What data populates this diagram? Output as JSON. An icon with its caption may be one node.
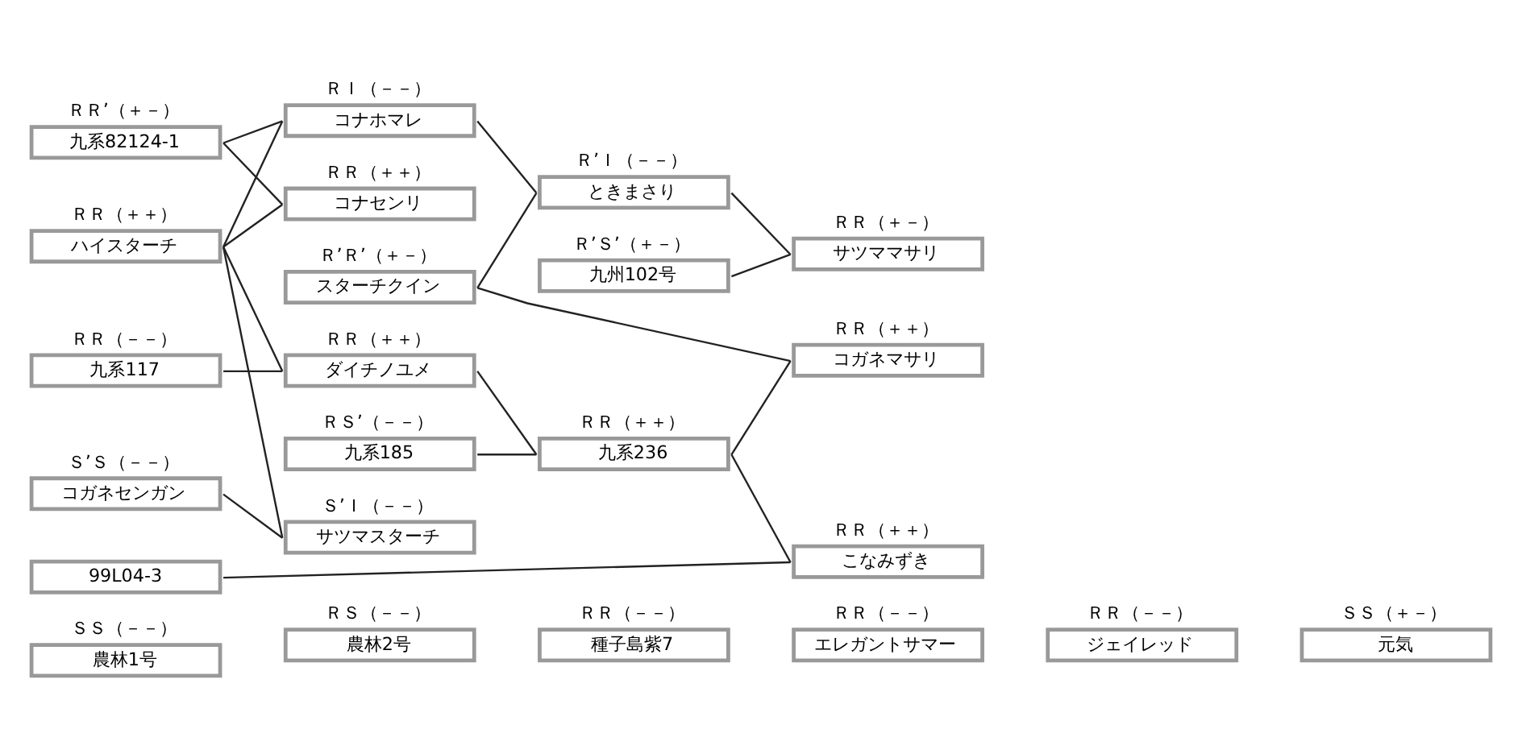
{
  "diagram": {
    "nodes": [
      {
        "text": [
          "九系82124-1"
        ],
        "beside": [
          "ＲＲ’（＋－）"
        ]
      },
      {
        "text": [
          "ハイスターチ"
        ],
        "beside": [
          "ＲＲ（＋＋）"
        ]
      },
      {
        "text": [
          "九系117"
        ],
        "beside": [
          "ＲＲ（－－）"
        ]
      },
      {
        "text": [
          "コガネセンガン"
        ],
        "beside": [
          "Ｓ’Ｓ（－－）"
        ]
      },
      {
        "text": [
          "コナセンリ"
        ],
        "beside": [
          "ＲＲ（＋＋）"
        ]
      },
      {
        "text": [
          "コナホマレ"
        ],
        "beside": [
          "ＲＩ（－－）"
        ]
      },
      {
        "text": [
          "スターチクイン"
        ],
        "beside": [
          "Ｒ’Ｒ’（＋－）"
        ]
      },
      {
        "text": [
          "ダイチノユメ"
        ],
        "beside": [
          "ＲＲ（＋＋）"
        ]
      },
      {
        "text": [
          "九系185"
        ],
        "beside": [
          "ＲＳ’（－－）"
        ]
      },
      {
        "text": [
          "サツマスターチ"
        ],
        "beside": [
          "Ｓ’Ｉ（－－）"
        ]
      },
      {
        "text": [
          "ときまさり"
        ],
        "beside": [
          "Ｒ’Ｉ（－－）"
        ]
      },
      {
        "text": [
          "九州102号"
        ],
        "beside": [
          "Ｒ’Ｓ’（＋－）"
        ]
      },
      {
        "text": [
          "九系236"
        ],
        "beside": [
          "ＲＲ（＋＋）"
        ]
      },
      {
        "text": [
          "99L04-3"
        ]
      },
      {
        "text": [
          "サツママサリ"
        ],
        "beside": [
          "ＲＲ（＋－）"
        ]
      },
      {
        "text": [
          "コガネマサリ"
        ],
        "beside": [
          "ＲＲ（＋＋）"
        ]
      },
      {
        "text": [
          "こなみずき"
        ],
        "beside": [
          "ＲＲ（＋＋）"
        ]
      },
      {
        "text": [
          "農林1号"
        ],
        "beside": [
          "ＳＳ（－－）"
        ]
      },
      {
        "text": [
          "農林2号"
        ],
        "beside": [
          "ＲＳ（－－）"
        ]
      },
      {
        "text": [
          "種子島紫7"
        ],
        "beside": [
          "ＲＲ（－－）"
        ]
      },
      {
        "text": [
          "エレガントサマー"
        ],
        "beside": [
          "ＲＲ（－－）"
        ]
      },
      {
        "text": [
          "ジェイレッド"
        ],
        "beside": [
          "ＲＲ（－－）"
        ]
      },
      {
        "text": [
          "元気"
        ],
        "beside": [
          "ＳＳ（＋－）"
        ]
      }
    ],
    "edges": [
      {
        "from": 0,
        "to": 4,
        "arrow": "none"
      },
      {
        "from": 1,
        "to": 4,
        "arrow": "none"
      },
      {
        "from": 0,
        "to": 5,
        "arrow": "none"
      },
      {
        "from": 1,
        "to": 5,
        "arrow": "none"
      },
      {
        "from": 2,
        "to": 7,
        "arrow": "none"
      },
      {
        "from": 1,
        "to": 7,
        "arrow": "none"
      },
      {
        "from": 3,
        "to": 9,
        "arrow": "none"
      },
      {
        "from": 1,
        "to": 9,
        "arrow": "none"
      },
      {
        "from": 5,
        "to": 10,
        "arrow": "none"
      },
      {
        "from": 6,
        "to": 10,
        "arrow": "none"
      },
      {
        "from": 6,
        "to": 15,
        "arrow": "none"
      },
      {
        "from": 7,
        "to": 12,
        "arrow": "none"
      },
      {
        "from": 8,
        "to": 12,
        "arrow": "none"
      },
      {
        "from": 10,
        "to": 14,
        "arrow": "none"
      },
      {
        "from": 11,
        "to": 14,
        "arrow": "none"
      },
      {
        "from": 12,
        "to": 15,
        "arrow": "none"
      },
      {
        "from": 12,
        "to": 16,
        "arrow": "none"
      },
      {
        "from": 13,
        "to": 16,
        "arrow": "none"
      }
    ]
  }
}
